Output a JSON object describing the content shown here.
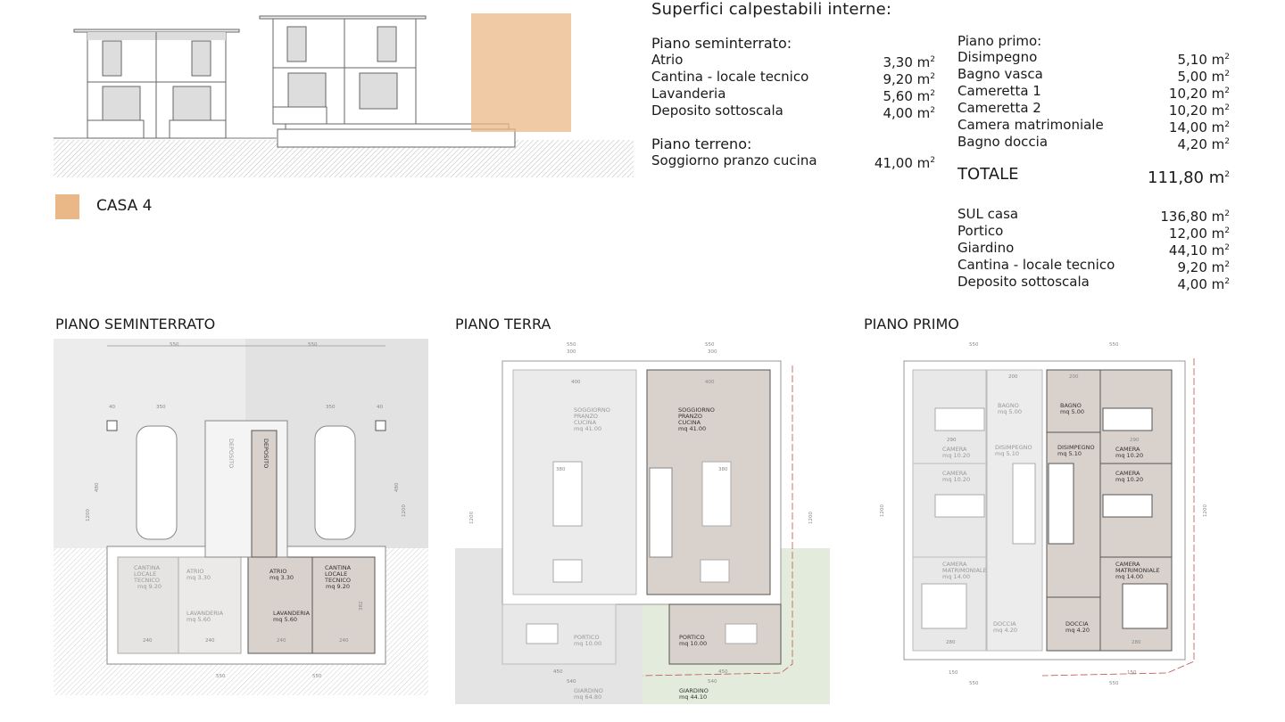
{
  "legend": {
    "label": "CASA 4",
    "color": "#e9b886"
  },
  "summary": {
    "title": "Superfici calpestabili interne:",
    "unit": "m²",
    "seminterrato": {
      "heading": "Piano seminterrato:",
      "items": [
        {
          "label": "Atrio",
          "value": "3,30"
        },
        {
          "label": "Cantina - locale tecnico",
          "value": "9,20"
        },
        {
          "label": "Lavanderia",
          "value": "5,60"
        },
        {
          "label": "Deposito sottoscala",
          "value": "4,00"
        }
      ]
    },
    "terreno": {
      "heading": "Piano terreno:",
      "items": [
        {
          "label": "Soggiorno pranzo cucina",
          "value": "41,00"
        }
      ]
    },
    "primo": {
      "heading": "Piano primo:",
      "items": [
        {
          "label": "Disimpegno",
          "value": "5,10"
        },
        {
          "label": "Bagno vasca",
          "value": "5,00"
        },
        {
          "label": "Cameretta 1",
          "value": "10,20"
        },
        {
          "label": "Cameretta 2",
          "value": "10,20"
        },
        {
          "label": "Camera matrimoniale",
          "value": "14,00"
        },
        {
          "label": "Bagno doccia",
          "value": "4,20"
        }
      ]
    },
    "totale": {
      "label": "TOTALE",
      "value": "111,80"
    },
    "extra": [
      {
        "label": "SUL casa",
        "value": "136,80"
      },
      {
        "label": "Portico",
        "value": "12,00"
      },
      {
        "label": "Giardino",
        "value": "44,10"
      },
      {
        "label": "Cantina - locale tecnico",
        "value": "9,20"
      },
      {
        "label": "Deposito sottoscala",
        "value": "4,00"
      }
    ]
  },
  "plans": {
    "seminterrato": {
      "title": "PIANO SEMINTERRATO",
      "cantina": [
        "CANTINA",
        "LOCALE",
        "TECNICO",
        "mq 9.20"
      ],
      "atrio": [
        "ATRIO",
        "mq 3.30"
      ],
      "lavanderia": [
        "LAVANDERIA",
        "mq 5.60"
      ],
      "deposito": "DEPOSITO",
      "dims": {
        "w": "550",
        "park": "350",
        "col": "40",
        "room": "240",
        "depth": "480",
        "total": "1200",
        "h": "382"
      }
    },
    "terra": {
      "title": "PIANO TERRA",
      "soggiorno": [
        "SOGGIORNO",
        "PRANZO",
        "CUCINA",
        "mq 41.00"
      ],
      "portico": [
        "PORTICO",
        "mq 10.00"
      ],
      "giardino_left": [
        "GIARDINO",
        "mq 64.80"
      ],
      "giardino_right": [
        "GIARDINO",
        "mq 44.10"
      ],
      "dims": {
        "w": "550",
        "win": "300",
        "sofa": "400",
        "table": "380",
        "portico": "450",
        "garden": "540",
        "total": "1200"
      }
    },
    "primo": {
      "title": "PIANO PRIMO",
      "bagno": [
        "BAGNO",
        "mq 5.00"
      ],
      "disimpegno": [
        "DISIMPEGNO",
        "mq 5.10"
      ],
      "camera": [
        "CAMERA",
        "mq 10.20"
      ],
      "matrimoniale": [
        "CAMERA",
        "MATRIMONIALE",
        "mq 14.00"
      ],
      "doccia": [
        "DOCCIA",
        "mq 4.20"
      ],
      "dims": {
        "w": "550",
        "room": "290",
        "bath": "200",
        "win": "150",
        "total": "1200",
        "mroom": "280"
      }
    }
  }
}
